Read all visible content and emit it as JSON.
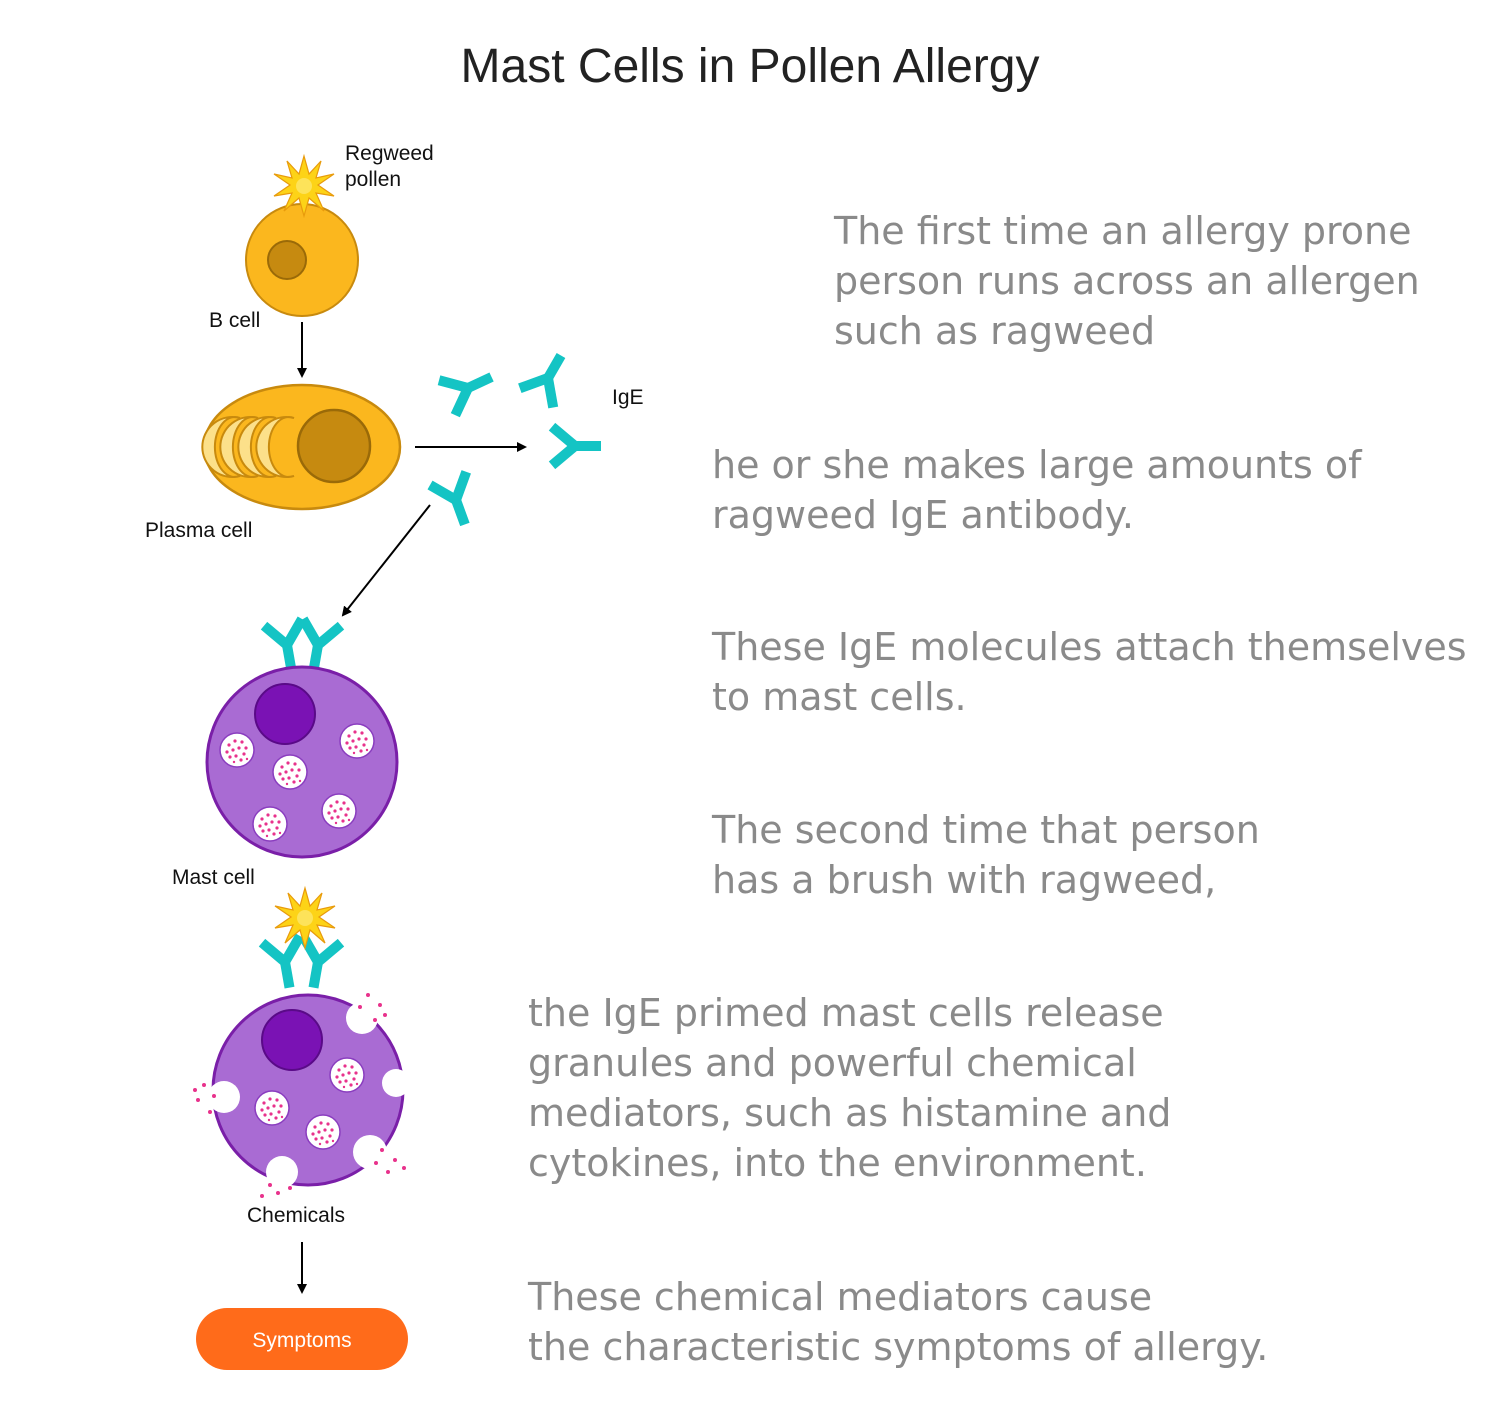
{
  "title": "Mast Cells in Pollen Allergy",
  "labels": {
    "regweed": "Regweed\npollen",
    "b_cell": "B cell",
    "plasma_cell": "Plasma cell",
    "ige": "IgE",
    "mast_cell": "Mast cell",
    "chemicals": "Chemicals"
  },
  "symptoms_button": "Symptoms",
  "descriptions": [
    "The first time an allergy prone\nperson runs across an allergen\nsuch as ragweed",
    "he or she makes large amounts of\nragweed IgE antibody.",
    "These IgE molecules attach themselves\nto mast cells.",
    "The second time that person\nhas a brush with ragweed,",
    "the IgE primed mast cells release\ngranules and powerful chemical\nmediators, such as histamine and\ncytokines, into the environment.",
    "These chemical mediators cause\nthe characteristic symptoms of allergy."
  ],
  "colors": {
    "b_cell": "#FBB71E",
    "b_cell_stroke": "#C88A0E",
    "nucleus_gold": "#C68A10",
    "antibody": "#14C4C4",
    "mast_cell": "#A96BD3",
    "mast_cell_stroke": "#7A1FA8",
    "mast_nucleus": "#7A12B4",
    "granule_dots": "#E8328C",
    "pollen": "#FDD317",
    "symptoms": "#FF6B1A",
    "text_gray": "#8a8a8a"
  }
}
